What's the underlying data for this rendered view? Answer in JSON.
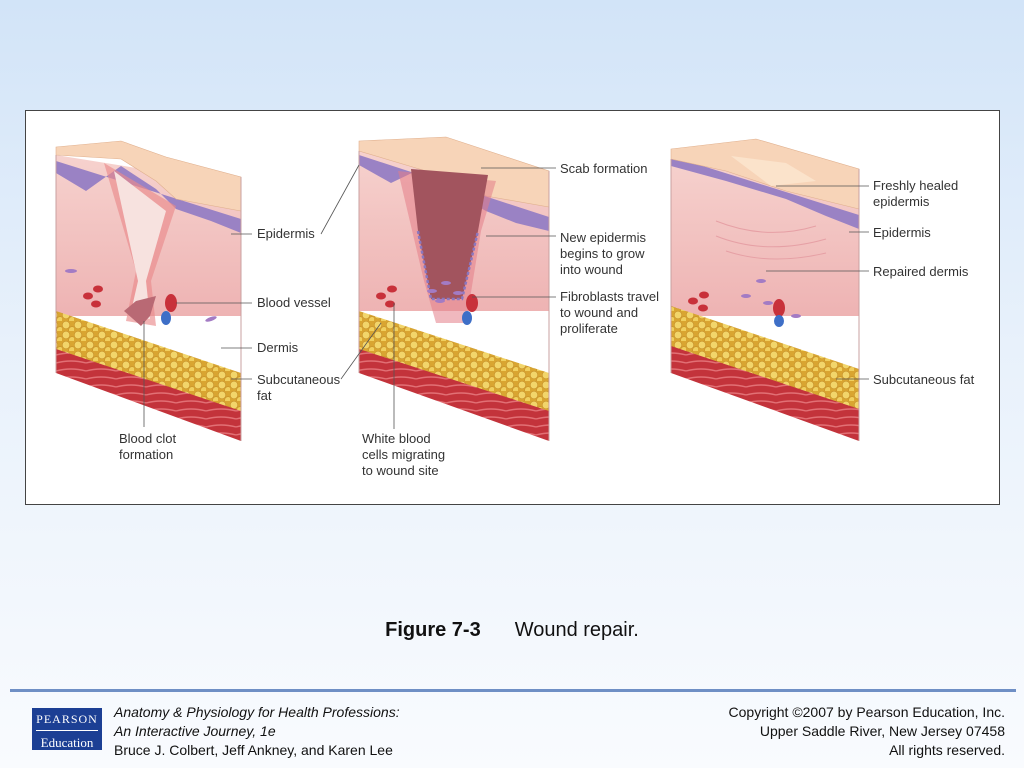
{
  "figure": {
    "stage1": {
      "labels": {
        "epidermis": "Epidermis",
        "blood_vessel": "Blood vessel",
        "dermis": "Dermis",
        "subcutaneous_fat": [
          "Subcutaneous",
          "fat"
        ],
        "blood_clot": [
          "Blood clot",
          "formation"
        ]
      }
    },
    "stage2": {
      "labels": {
        "scab": "Scab formation",
        "new_epidermis": [
          "New epidermis",
          "begins to grow",
          "into wound"
        ],
        "fibroblasts": [
          "Fibroblasts travel",
          "to wound and",
          "proliferate"
        ],
        "white_blood_cells": [
          "White blood",
          "cells migrating",
          "to wound site"
        ]
      }
    },
    "stage3": {
      "labels": {
        "freshly_healed": [
          "Freshly healed",
          "epidermis"
        ],
        "epidermis": "Epidermis",
        "repaired_dermis": "Repaired dermis",
        "subcutaneous_fat": "Subcutaneous fat"
      }
    }
  },
  "caption": {
    "number": "Figure 7-3",
    "title": "Wound repair."
  },
  "footer": {
    "logo": {
      "line1": "PEARSON",
      "line2": "Education"
    },
    "book": {
      "title": "Anatomy & Physiology for Health Professions:",
      "subtitle": "An Interactive Journey, 1e",
      "authors": "Bruce J. Colbert, Jeff Ankney, and Karen Lee"
    },
    "copyright": {
      "line1": "Copyright ©2007 by Pearson Education, Inc.",
      "line2": "Upper Saddle River, New Jersey 07458",
      "line3": "All rights reserved."
    }
  },
  "colors": {
    "dermis": "#f2c0c0",
    "epidermis": "#9a82c4",
    "skin_surface": "#f7d4b8",
    "fat": "#e8c04a",
    "muscle": "#c8373e",
    "blood": "#c8313a",
    "scab": "#a2545e",
    "vein": "#3e6fc7",
    "logo_bg": "#1c3f94",
    "rule": "#6f8fc5"
  }
}
